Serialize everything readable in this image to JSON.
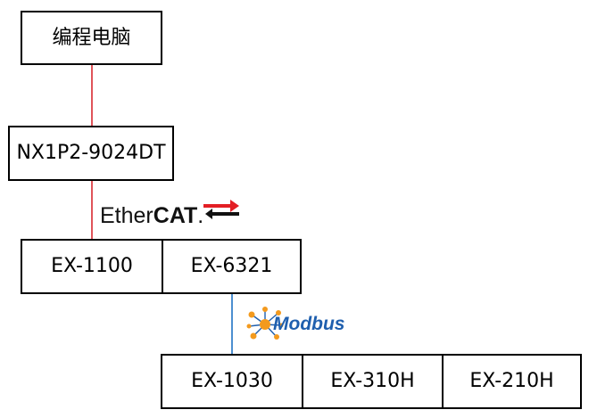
{
  "nodes": {
    "pc": "编程电脑",
    "plc": "NX1P2-9024DT",
    "coupler_left": "EX-1100",
    "coupler_right": "EX-6321",
    "io_1": "EX-1030",
    "io_2": "EX-310H",
    "io_3": "EX-210H"
  },
  "protocols": {
    "ethercat": {
      "regular": "Ether",
      "bold": "CAT",
      "suffix": ".",
      "icon": "ethercat-arrows-logo",
      "red": "#e31e24",
      "black": "#111111"
    },
    "modbus": {
      "label": "Modbus",
      "icon": "modbus-network-star-logo",
      "orange": "#f39a1e",
      "blue": "#1f5fae"
    }
  },
  "colors": {
    "ethernet_link": "#e0545a",
    "modbus_link": "#4d8fd0",
    "box_border": "#000000"
  }
}
